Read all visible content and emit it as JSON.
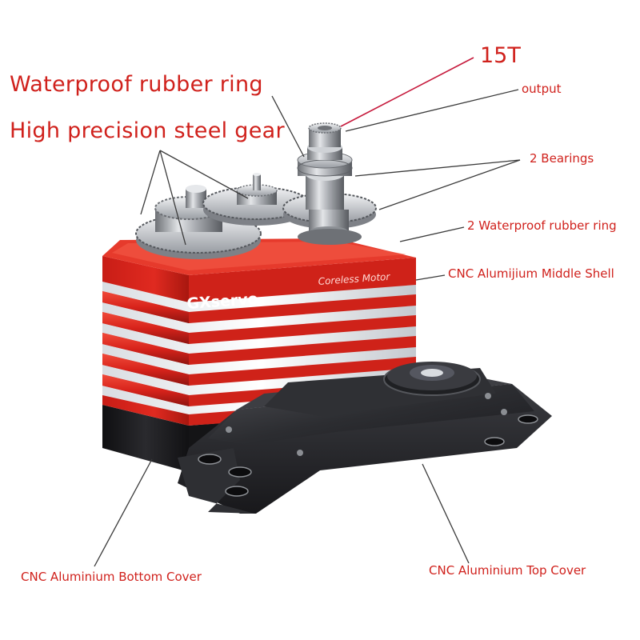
{
  "labels": {
    "waterproof_ring_title": "Waterproof rubber ring",
    "steel_gear_title": "High precision steel gear",
    "teeth": "15T",
    "output": "output",
    "bearings": "2 Bearings",
    "waterproof_rings": "2 Waterproof rubber ring",
    "middle_shell": "CNC Alumijium Middle Shell",
    "top_cover": "CNC Aluminium Top Cover",
    "bottom_cover": "CNC Aluminium Bottom Cover"
  },
  "product": {
    "brand": "GXservo",
    "motor_text": "Coreless Motor"
  },
  "colors": {
    "label": "#d0211c",
    "shell_red": "#d8231b",
    "cover_dark": "#2b2b2e",
    "steel": "#b9bcc0",
    "leader_line": "#3a3a3a",
    "teeth_pointer": "#c61a3c"
  }
}
